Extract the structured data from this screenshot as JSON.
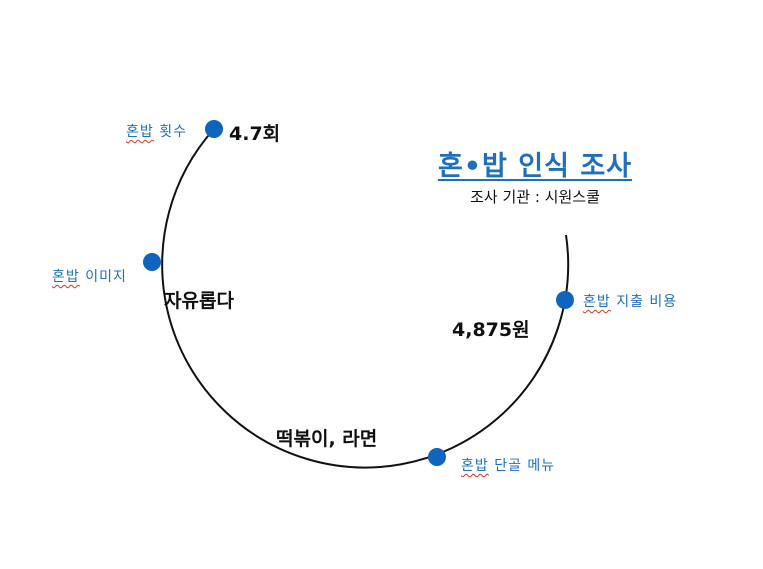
{
  "title": "혼•밥 인식 조사",
  "subtitle": "조사 기관 : 시원스쿨",
  "nodes": [
    {
      "label_first": "혼밥",
      "label_rest": "횟수",
      "value": "4.7회"
    },
    {
      "label_first": "혼밥",
      "label_rest": "이미지",
      "value": "자유롭다"
    },
    {
      "label_first": "혼밥",
      "label_rest": "단골 메뉴",
      "value": "떡볶이, 라면"
    },
    {
      "label_first": "혼밥",
      "label_rest": "지출 비용",
      "value": "4,875원"
    }
  ],
  "colors": {
    "accent": "#1f6fc1",
    "node_fill": "#0f64be",
    "spellcheck_underline": "#d9302c",
    "text": "#111111",
    "line": "#111111"
  }
}
